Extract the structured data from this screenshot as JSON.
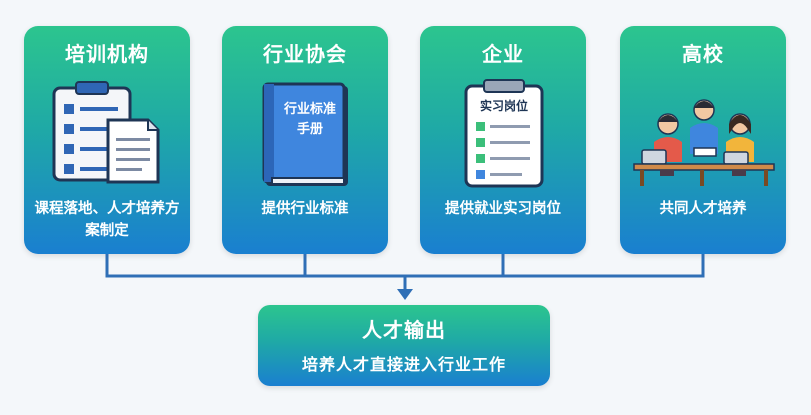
{
  "cards": [
    {
      "title": "培训机构",
      "description": "课程落地、人才培养方案制定",
      "icon": "checklist-documents-icon"
    },
    {
      "title": "行业协会",
      "description": "提供行业标准",
      "icon": "standards-handbook-icon",
      "book_title": "行业标准手册"
    },
    {
      "title": "企业",
      "description": "提供就业实习岗位",
      "icon": "internship-clipboard-icon",
      "clipboard_title": "实习岗位"
    },
    {
      "title": "高校",
      "description": "共同人才培养",
      "icon": "students-studying-icon"
    }
  ],
  "output": {
    "title": "人才输出",
    "subtitle": "培养人才直接进入行业工作"
  },
  "colors": {
    "gradient_top": "#2cc58e",
    "gradient_bottom": "#1a7fd0",
    "connector": "#2f6fb6",
    "background": "#f4f7fa"
  }
}
